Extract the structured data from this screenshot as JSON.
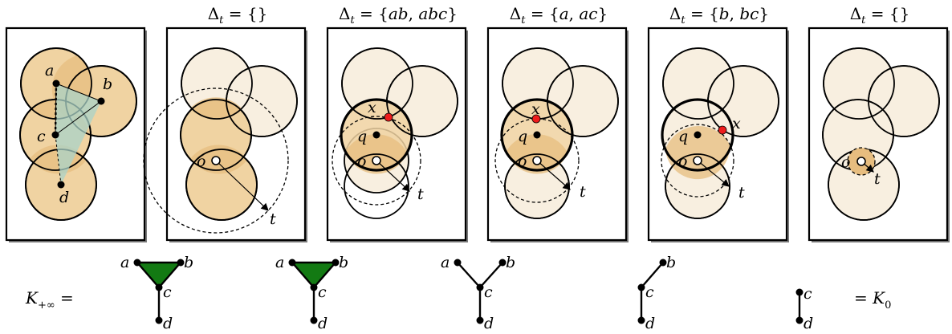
{
  "panel_titles": [
    "Δt = {}",
    "Δt = {ab, abc}",
    "Δt = {a, ac}",
    "Δt = {b, bc}",
    "Δt = {}"
  ],
  "labels": {
    "a": "a",
    "b": "b",
    "c": "c",
    "d": "d",
    "o": "o",
    "q": "q",
    "x": "x",
    "t": "t"
  },
  "bottom": {
    "k_infinity": "K+∞ =",
    "k_zero": "= K0"
  },
  "colors": {
    "ball_fill": "#f0d3a2",
    "ball_faint": "#f8efe0",
    "simplex_fill": "#a9d3c8",
    "graph_triangle": "#137a13",
    "point_x": "#ee1c1c"
  }
}
